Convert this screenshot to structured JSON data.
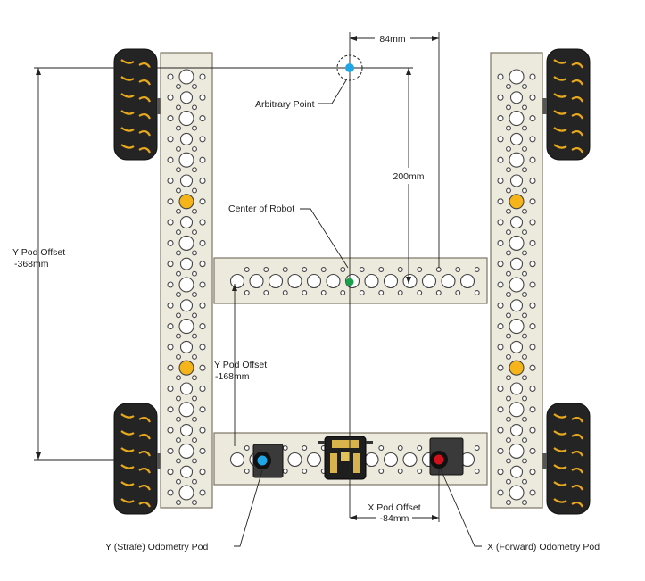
{
  "labels": {
    "dim_x_top": "84mm",
    "arbitrary_point": "Arbitrary Point",
    "dim_200": "200mm",
    "center_of_robot": "Center of Robot",
    "y_pod_offset_368_title": "Y Pod Offset",
    "y_pod_offset_368_value": "-368mm",
    "y_pod_offset_168_title": "Y Pod Offset",
    "y_pod_offset_168_value": "-168mm",
    "x_pod_offset_title": "X Pod Offset",
    "x_pod_offset_value": "-84mm",
    "y_strafe_pod": "Y (Strafe) Odometry Pod",
    "x_forward_pod": "X (Forward) Odometry Pod"
  },
  "colors": {
    "plate": "#ece9dd",
    "plate_stroke": "#7b7564",
    "wheel_roller_accent": "#e8a81b",
    "arbitrary_point_marker": "#1fa6e6",
    "center_marker": "#1aa049",
    "strafe_pod_marker": "#1fa6e6",
    "forward_pod_marker": "#d0101a",
    "highlight_hole": "#f4b41a"
  },
  "icons": {
    "wheels": "mecanum-wheel-icon",
    "controller": "control-hub-icon",
    "pods": "odometry-pod-icon"
  }
}
